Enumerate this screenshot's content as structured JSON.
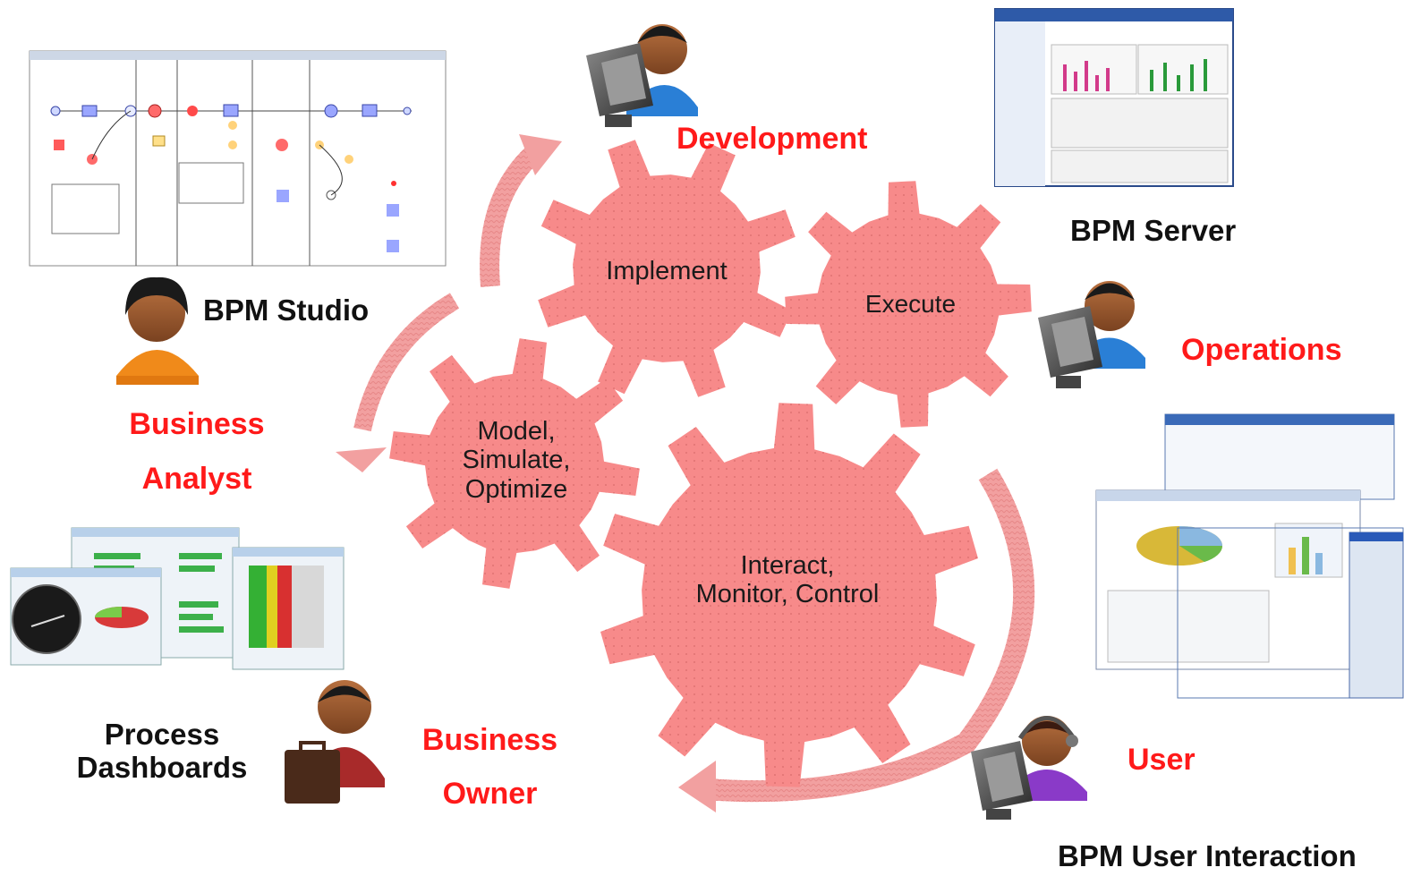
{
  "colors": {
    "gear": "#f78a8a",
    "arrow": "#f2a0a0",
    "role": "#ff1a1a",
    "text": "#111111"
  },
  "gears": {
    "implement": "Implement",
    "execute": "Execute",
    "model": [
      "Model,",
      "Simulate,",
      "Optimize"
    ],
    "interact": [
      "Interact,",
      "Monitor, Control"
    ]
  },
  "roles": {
    "development": "Development",
    "operations": "Operations",
    "business_analyst": [
      "Business",
      "Analyst"
    ],
    "business_owner": [
      "Business",
      "Owner"
    ],
    "user": "User"
  },
  "tools": {
    "studio": "BPM Studio",
    "server": "BPM Server",
    "dashboards": [
      "Process",
      "Dashboards"
    ],
    "user_interaction": "BPM User Interaction"
  },
  "icons": {
    "developer": "developer-at-computer-icon",
    "operator": "operator-at-computer-icon",
    "analyst": "business-analyst-icon",
    "owner": "business-owner-with-briefcase-icon",
    "user": "user-with-headset-at-computer-icon"
  }
}
